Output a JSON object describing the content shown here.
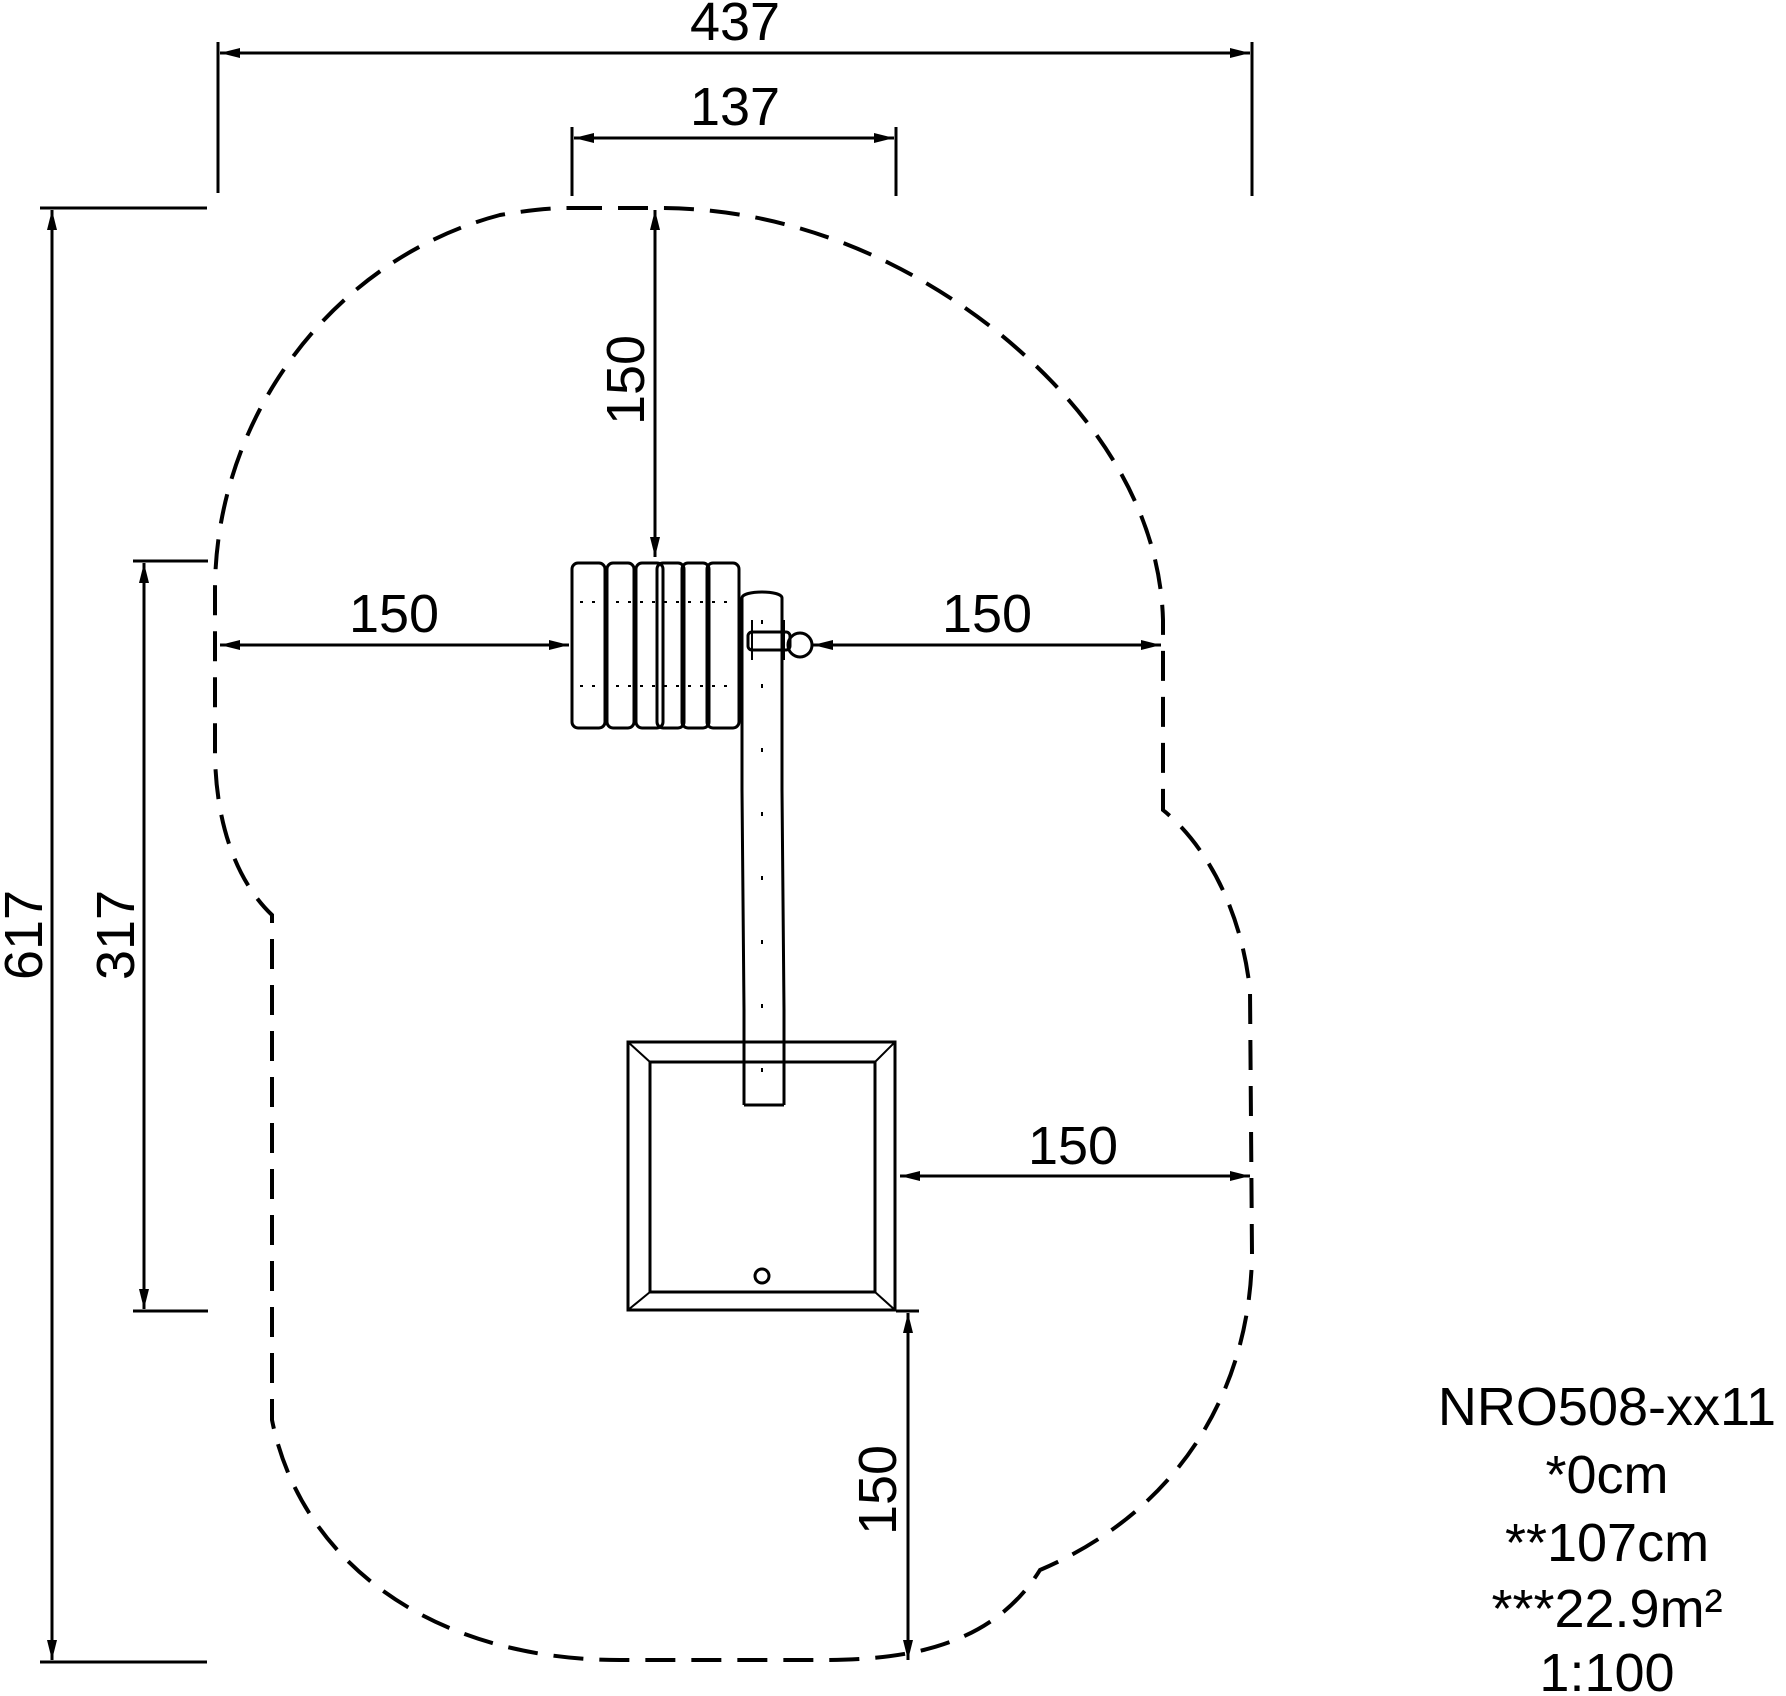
{
  "dimensions": {
    "overall_width": "437",
    "top_width": "137",
    "overall_length": "617",
    "side_length": "317",
    "clearance_top": "150",
    "clearance_left": "150",
    "clearance_right": "150",
    "clearance_right_lower": "150",
    "clearance_bottom": "150"
  },
  "info": {
    "model": "NRO508-xx11",
    "free_fall_height": "*0cm",
    "total_height": "**107cm",
    "safety_area": "***22.9m²",
    "scale": "1:100"
  }
}
